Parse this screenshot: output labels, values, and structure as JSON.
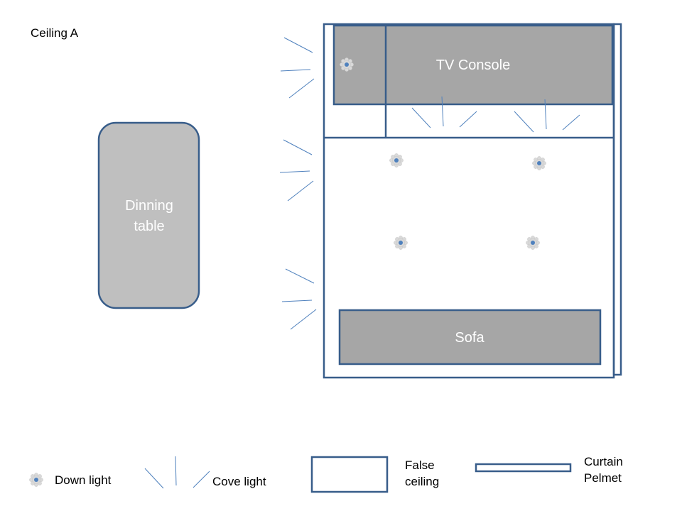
{
  "title": "Ceiling A",
  "furniture": {
    "tv_console": "TV Console",
    "sofa": "Sofa",
    "dining_table_line1": "Dinning",
    "dining_table_line2": "table"
  },
  "legend": {
    "down_light": "Down light",
    "cove_light": "Cove light",
    "false_ceiling_line1": "False",
    "false_ceiling_line2": "ceiling",
    "curtain_pelmet_line1": "Curtain",
    "curtain_pelmet_line2": "Pelmet"
  },
  "colors": {
    "outline": "#385d8a",
    "furniture_fill": "#a6a6a6",
    "table_fill": "#bfbfbf",
    "cove_line": "#4f81bd",
    "down_light_center": "#4f81bd"
  }
}
